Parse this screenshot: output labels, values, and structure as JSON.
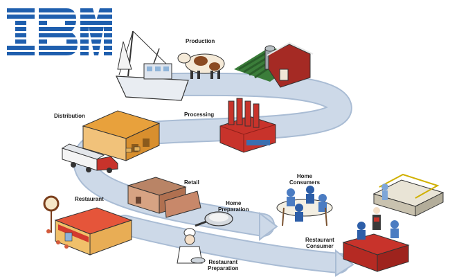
{
  "logo": {
    "text": "IBM",
    "color": "#1f5fae"
  },
  "colors": {
    "flow": "#c9d6e6",
    "flow_edge": "#a9bcd4"
  },
  "stages": {
    "production": {
      "label": "Production"
    },
    "processing": {
      "label": "Processing"
    },
    "distribution": {
      "label": "Distribution"
    },
    "retail": {
      "label": "Retail"
    },
    "home_consumers": {
      "line1": "Home",
      "line2": "Consumers"
    },
    "home_preparation": {
      "line1": "Home",
      "line2": "Preparation"
    },
    "restaurant": {
      "label": "Restaurant"
    },
    "restaurant_consumer": {
      "line1": "Restaurant",
      "line2": "Consumer"
    },
    "restaurant_preparation": {
      "line1": "Restaurant",
      "line2": "Preparation"
    }
  }
}
